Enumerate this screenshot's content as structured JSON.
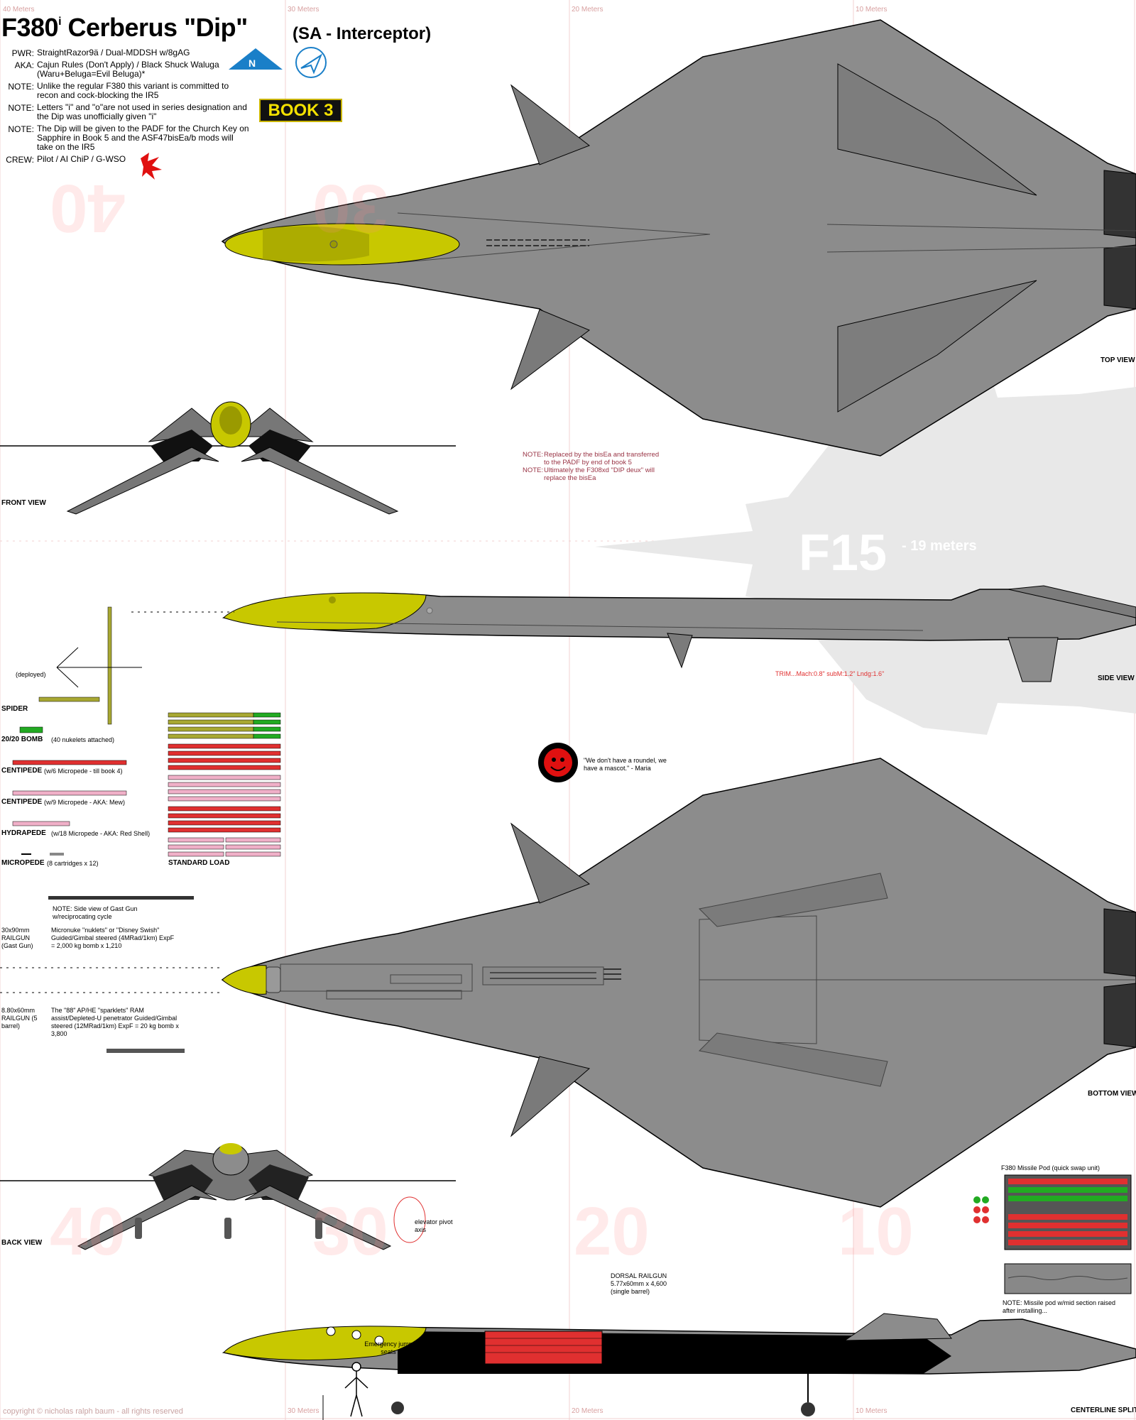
{
  "title": {
    "main": "F380",
    "sup": "i",
    "rest": " Cerberus \"Dip\"",
    "subtitle": "(SA - Interceptor)"
  },
  "specs": [
    {
      "key": "PWR:",
      "value": "StraightRazor9ä / Dual-MDDSH w/8gAG"
    },
    {
      "key": "AKA:",
      "value": "Cajun Rules (Don't Apply) / Black Shuck Waluga (Waru+Beluga=Evil Beluga)*"
    },
    {
      "key": "NOTE:",
      "value": "Unlike the regular F380 this variant is committed to recon and cock-blocking the IR5"
    },
    {
      "key": "NOTE:",
      "value": "Letters \"i\" and \"o\"are not used in series designation and the Dip was unofficially given \"i\""
    },
    {
      "key": "NOTE:",
      "value": "The Dip will be given to the PADF for the Church Key on Sapphire in Book 5 and the ASF47bisEa/b mods will take on the IR5"
    },
    {
      "key": "CREW:",
      "value": "Pilot / AI ChiP / G-WSO"
    }
  ],
  "book_badge": "BOOK 3",
  "scale": {
    "m40": "40 Meters",
    "m30": "30 Meters",
    "m20": "20 Meters",
    "m10": "10 Meters"
  },
  "watermarks": {
    "w40": "40",
    "w30": "30",
    "w20": "20",
    "w10": "10"
  },
  "views": {
    "top": "TOP VIEW",
    "front": "FRONT VIEW",
    "side": "SIDE VIEW",
    "bottom": "BOTTOM VIEW",
    "back": "BACK VIEW",
    "centerline": "CENTERLINE SPLIT"
  },
  "center_notes": [
    {
      "key": "NOTE:",
      "value": "Replaced by the bisEa and transferred to the PADF by end of book 5"
    },
    {
      "key": "NOTE:",
      "value": "Ultimately the F308xd \"DIP deux\" will replace the bisEa"
    }
  ],
  "f15": {
    "label": "F15",
    "length": "- 19 meters"
  },
  "trim": "TRIM...Mach:0.8\" subM:1.2\" Lndg:1.6\"",
  "mascot": "\"We don't have a roundel, we have a mascot.\" - Maria",
  "weapons": {
    "deployed": "(deployed)",
    "spider": "SPIDER",
    "bomb_name": "20/20 BOMB",
    "bomb_desc": "(40 nukelets attached)",
    "centipede1_name": "CENTIPEDE",
    "centipede1_desc": "(w/6 Micropede - till book 4)",
    "centipede2_name": "CENTIPEDE",
    "centipede2_desc": "(w/9 Micropede - AKA: Mew)",
    "hydrapede_name": "HYDRAPEDE",
    "hydrapede_desc": "(w/18 Micropede - AKA: Red Shell)",
    "micropede_name": "MICROPEDE",
    "micropede_desc": "(8 cartridges x 12)",
    "standard_load": "STANDARD LOAD"
  },
  "guns": {
    "gast_note": "NOTE: Side view of Gast Gun w/reciprocating cycle",
    "rail30_spec": "30x90mm RAILGUN (Gast Gun)",
    "rail30_desc": "Micronuke \"nuklets\" or \"Disney Swish\" Guided/Gimbal steered (4MRad/1km) ExpF = 2,000 kg bomb x 1,210",
    "rail8_spec": "8.80x60mm RAILGUN (5 barrel)",
    "rail8_desc": "The \"88\" AP/HE \"sparklets\" RAM assist/Depleted-U penetrator Guided/Gimbal steered (12MRad/1km) ExpF = 20 kg bomb x 3,800"
  },
  "elevator": "elevator pivot axis",
  "dorsal": {
    "title": "DORSAL RAILGUN",
    "spec": "5.77x60mm x 4,600",
    "note": "(single barrel)"
  },
  "emergency": "Emergency jump seats",
  "missile_pod": {
    "title": "F380 Missile Pod (quick swap unit)",
    "note": "NOTE: Missile pod w/mid section raised after installing..."
  },
  "copyright": "copyright © nicholas ralph baum - all rights reserved",
  "colors": {
    "airframe": "#8c8c8c",
    "airframe_dark": "#6e6e6e",
    "canopy": "#c8c800",
    "black": "#000000",
    "missile_red": "#e03030",
    "missile_pink": "#f0b0c8",
    "missile_green": "#22aa22",
    "missile_olive": "#a8a832",
    "scale_line": "#f0c8c8"
  }
}
